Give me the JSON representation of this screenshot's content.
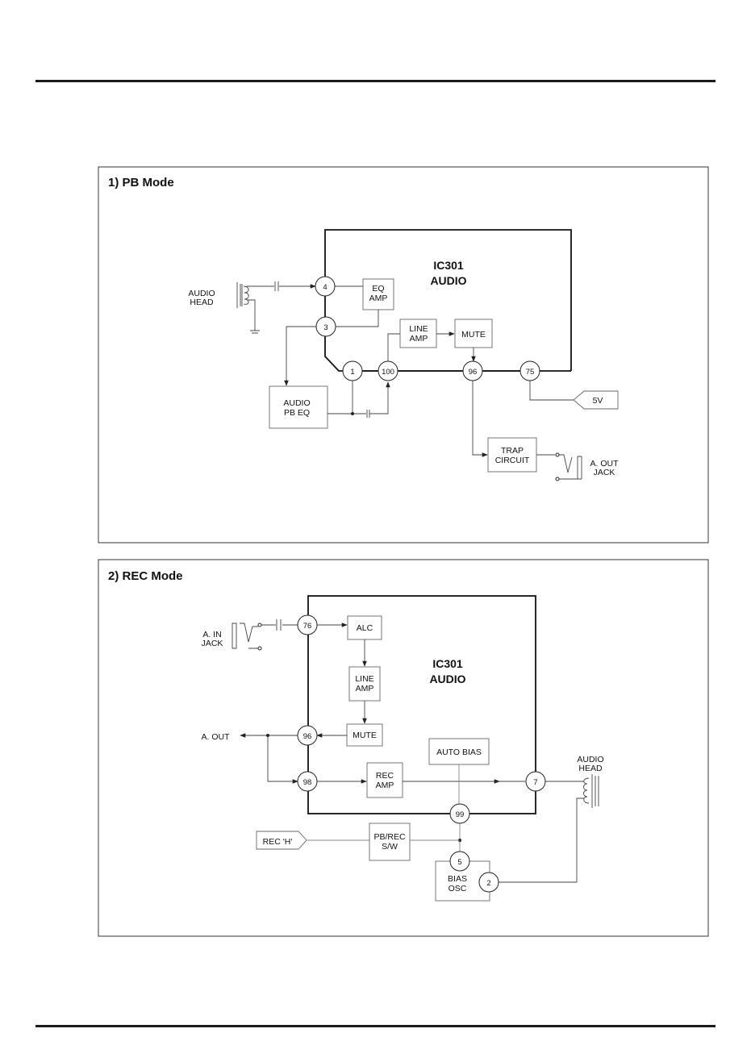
{
  "pb": {
    "title": "1) PB Mode",
    "ic": [
      "IC301",
      "AUDIO"
    ],
    "head": [
      "AUDIO",
      "HEAD"
    ],
    "blocks": {
      "eq_amp": [
        "EQ",
        "AMP"
      ],
      "line_amp": [
        "LINE",
        "AMP"
      ],
      "mute": [
        "MUTE"
      ],
      "audio_pb_eq": [
        "AUDIO",
        "PB EQ"
      ],
      "trap": [
        "TRAP",
        "CIRCUIT"
      ]
    },
    "pins": {
      "p4": "4",
      "p3": "3",
      "p1": "1",
      "p100": "100",
      "p96": "96",
      "p75": "75"
    },
    "v5": "5V",
    "out_jack": [
      "A. OUT",
      "JACK"
    ]
  },
  "rec": {
    "title": "2) REC Mode",
    "ic": [
      "IC301",
      "AUDIO"
    ],
    "in_jack": [
      "A. IN",
      "JACK"
    ],
    "blocks": {
      "alc": [
        "ALC"
      ],
      "line_amp": [
        "LINE",
        "AMP"
      ],
      "mute": [
        "MUTE"
      ],
      "rec_amp": [
        "REC",
        "AMP"
      ],
      "auto_bias": [
        "AUTO BIAS"
      ],
      "pbrec_sw": [
        "PB/REC",
        "S/W"
      ],
      "bias_osc": [
        "BIAS",
        "OSC"
      ]
    },
    "pins": {
      "p76": "76",
      "p96": "96",
      "p98": "98",
      "p7": "7",
      "p99": "99",
      "p5": "5",
      "p2": "2"
    },
    "a_out": "A. OUT",
    "rec_h": "REC 'H'",
    "head": [
      "AUDIO",
      "HEAD"
    ]
  }
}
